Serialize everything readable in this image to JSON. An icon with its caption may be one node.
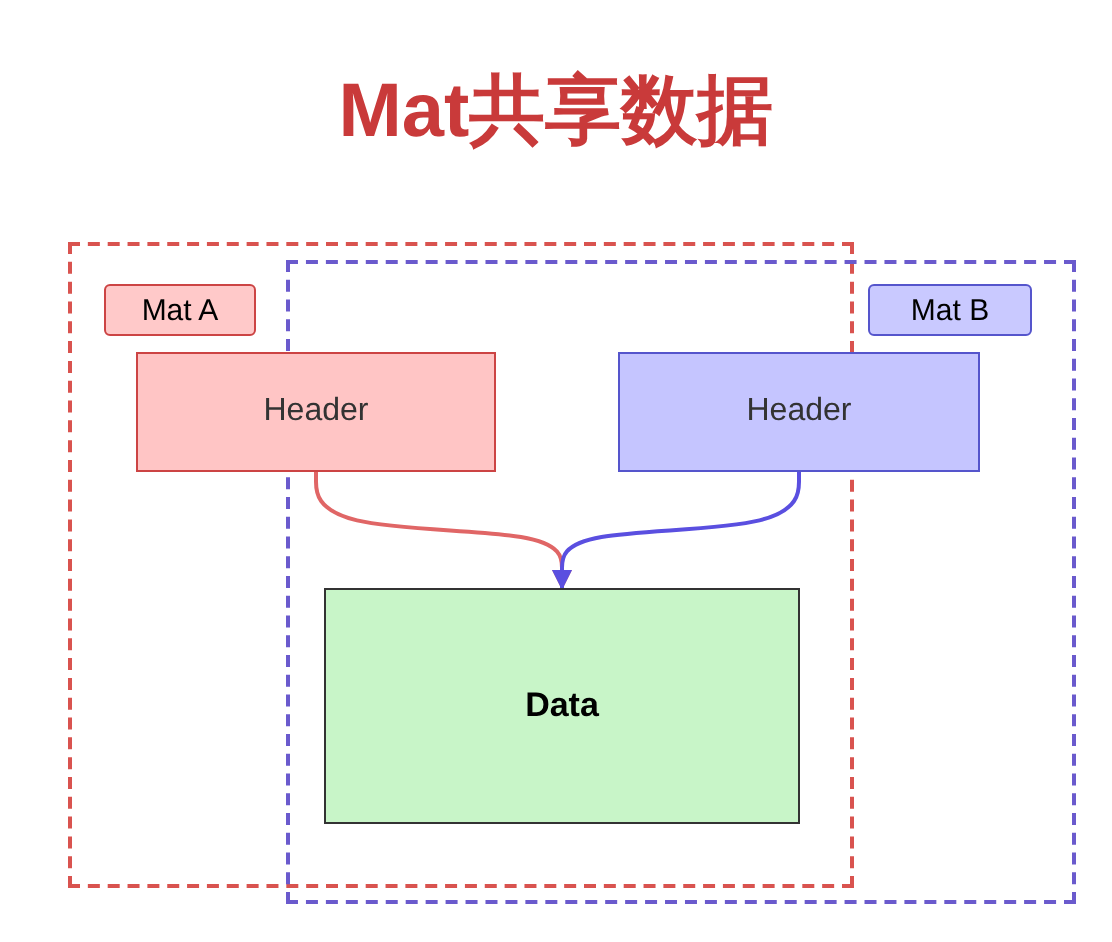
{
  "diagram": {
    "title": "Mat共享数据",
    "nodes": [
      {
        "text": [],
        "shape": "box"
      },
      {
        "text": [
          "Mat A"
        ],
        "in": 0
      },
      {
        "text": [],
        "shape": "box"
      },
      {
        "text": [
          "Mat B"
        ],
        "in": 2
      },
      {
        "text": [
          "Header"
        ],
        "in": 0
      },
      {
        "text": [
          "Header"
        ],
        "in": 2
      },
      {
        "text": [
          "Data"
        ]
      }
    ],
    "edges": [
      {
        "from": 4,
        "to": 6,
        "arrow": "to",
        "color": "#e06666"
      },
      {
        "from": 5,
        "to": 6,
        "arrow": "to",
        "color": "#5a4fe0"
      }
    ]
  }
}
